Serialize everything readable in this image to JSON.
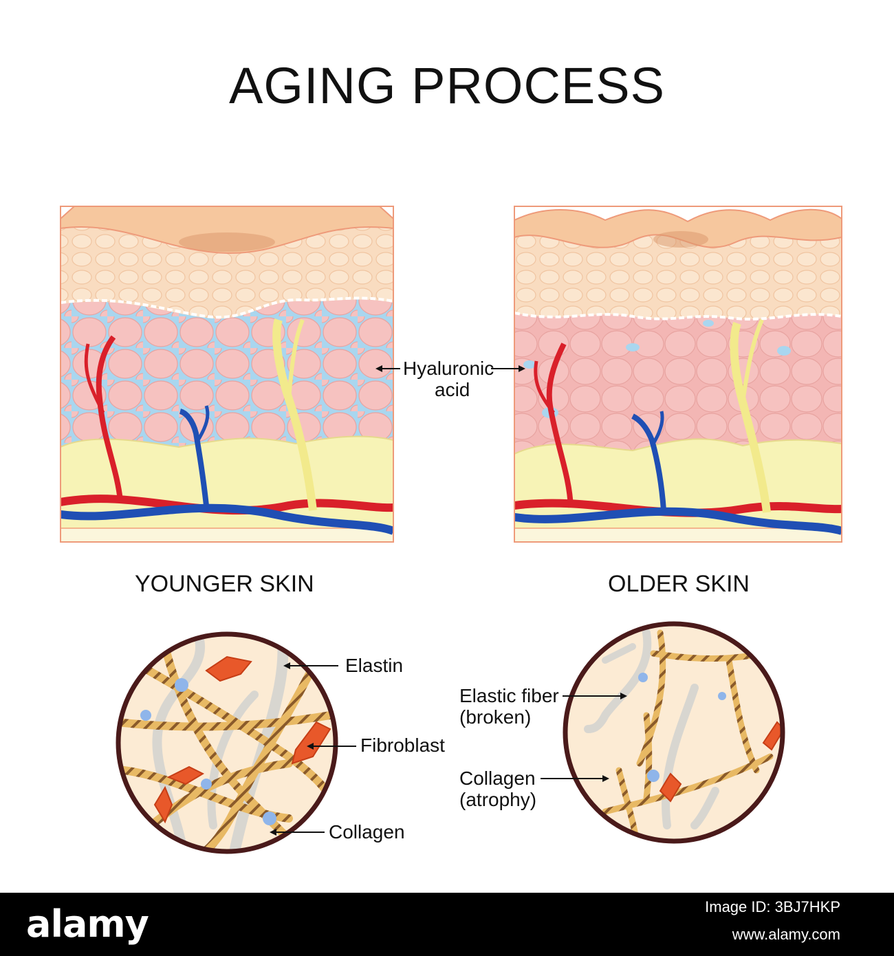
{
  "title": "AGING PROCESS",
  "captions": {
    "younger": "YOUNGER SKIN",
    "older": "OLDER SKIN"
  },
  "labels": {
    "hyaluronic_line1": "Hyaluronic",
    "hyaluronic_line2": "acid",
    "elastin": "Elastin",
    "fibroblast": "Fibroblast",
    "collagen": "Collagen",
    "elastic_fiber_line1": "Elastic fiber",
    "elastic_fiber_line2": "(broken)",
    "collagen_atrophy_line1": "Collagen",
    "collagen_atrophy_line2": "(atrophy)"
  },
  "footer": {
    "logo": "alamy",
    "image_id": "Image ID: 3BJ7HKP",
    "site": "www.alamy.com"
  },
  "colors": {
    "epidermis": "#f8d9b6",
    "dermis": "#f6c2c0",
    "hyaluronic": "#a9d6ef",
    "fat": "#f7f3b6",
    "artery": "#d9202a",
    "vein": "#1f4fb4",
    "nerve": "#f2ea8c",
    "circle_bg": "#fcebd4",
    "collagen": "#e8b964",
    "fibroblast": "#e8582a",
    "elastin": "#d8d6d0"
  }
}
